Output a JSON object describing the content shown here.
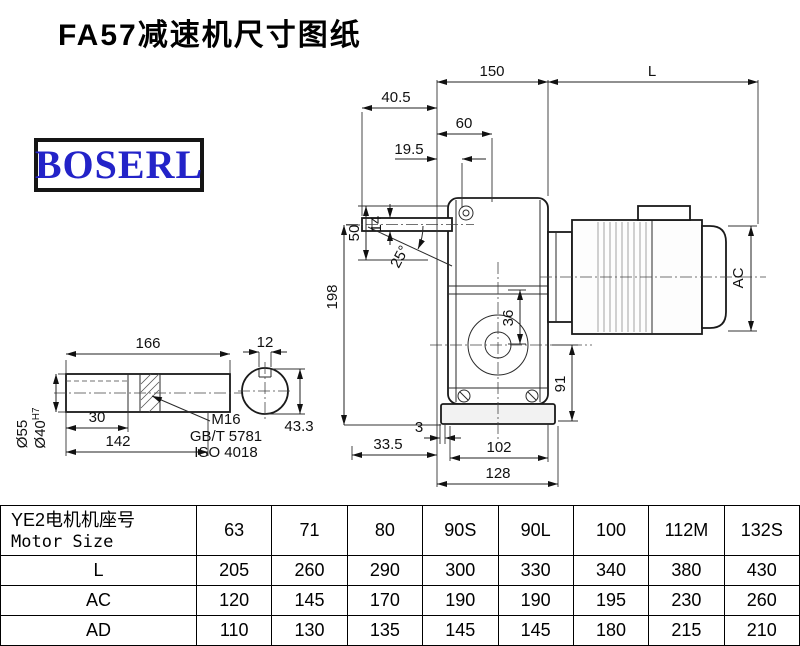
{
  "page": {
    "title": "FA57减速机尺寸图纸"
  },
  "logo": {
    "text": "BOSERL"
  },
  "drawing": {
    "dims": {
      "w150": "150",
      "len_l": "L",
      "w40_5": "40.5",
      "w60": "60",
      "w19_5": "19.5",
      "h50": "50",
      "d14": "14",
      "angle": "25°",
      "h198": "198",
      "ac": "AC",
      "h36": "36",
      "h91": "91",
      "w3": "3",
      "w33_5": "33.5",
      "w102": "102",
      "w128": "128",
      "shaft_len": "166",
      "key_w12": "12",
      "key_len30": "30",
      "shaft_len142": "142",
      "dia55": "Ø55",
      "dia40": "Ø40",
      "dia40_sup": "H7",
      "thread": "M16",
      "thread_std1": "GB/T 5781",
      "thread_std2": "ISO 4018",
      "key_h43": "43.3"
    }
  },
  "table": {
    "header": {
      "label_line1": "YE2电机机座号",
      "label_line2": "Motor Size",
      "sizes": [
        "63",
        "71",
        "80",
        "90S",
        "90L",
        "100",
        "112M",
        "132S"
      ]
    },
    "rows": [
      {
        "label": "L",
        "values": [
          "205",
          "260",
          "290",
          "300",
          "330",
          "340",
          "380",
          "430"
        ]
      },
      {
        "label": "AC",
        "values": [
          "120",
          "145",
          "170",
          "190",
          "190",
          "195",
          "230",
          "260"
        ]
      },
      {
        "label": "AD",
        "values": [
          "110",
          "130",
          "135",
          "145",
          "145",
          "180",
          "215",
          "210"
        ]
      }
    ]
  }
}
